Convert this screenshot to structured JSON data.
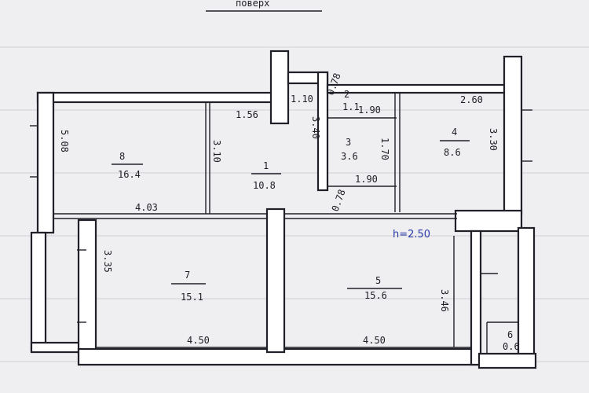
{
  "title_fragment": "поверх",
  "height_note": "h=2.50",
  "rooms": [
    {
      "number": "8",
      "area": "16.4"
    },
    {
      "number": "1",
      "area": "10.8"
    },
    {
      "number": "2",
      "area": "1.1"
    },
    {
      "number": "3",
      "area": "3.6"
    },
    {
      "number": "4",
      "area": "8.6"
    },
    {
      "number": "7",
      "area": "15.1"
    },
    {
      "number": "5",
      "area": "15.6"
    },
    {
      "number": "6",
      "area": "0.6"
    }
  ],
  "dimensions": {
    "d_508": "5.08",
    "d_403": "4.03",
    "d_310": "3.10",
    "d_156": "1.56",
    "d_110": "1.10",
    "d_340": "3.40",
    "d_078": "0.78",
    "d_190a": "1.90",
    "d_170": "1.70",
    "d_190b": "1.90",
    "d_078b": "0.78",
    "d_260": "2.60",
    "d_330": "3.30",
    "d_335": "3.35",
    "d_450a": "4.50",
    "d_346": "3.46",
    "d_450b": "4.50"
  },
  "colors": {
    "ink": "#202028",
    "pen_blue": "#2a3aa8",
    "paper": "#efeff1"
  }
}
